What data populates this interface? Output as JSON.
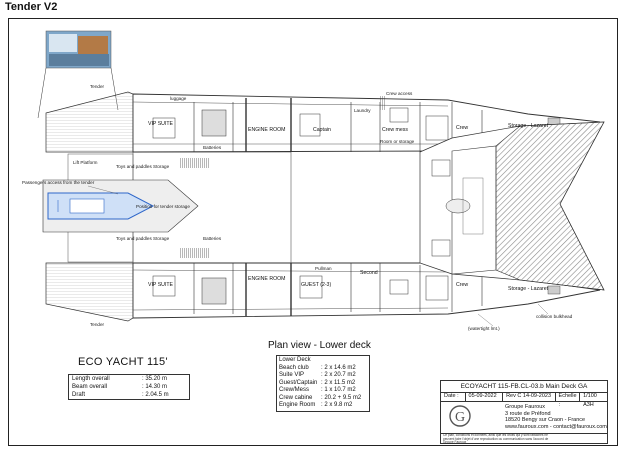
{
  "title": "Tender V2",
  "plan_view_title": "Plan view - Lower deck",
  "model_name": "ECO YACHT 115'",
  "specs": [
    {
      "label": "Length overall",
      "value": ": 35.20 m"
    },
    {
      "label": "Beam overall",
      "value": ": 14.30 m"
    },
    {
      "label": "Draft",
      "value": ": 2.04.5 m"
    }
  ],
  "lower_deck": {
    "heading": "Lower Deck",
    "rows": [
      {
        "label": "Beach club",
        "value": ": 2 x 14.6 m2"
      },
      {
        "label": "Suite VIP",
        "value": ": 2 x 20.7 m2"
      },
      {
        "label": "Guest/Captain",
        "value": ": 2 x 11.5 m2"
      },
      {
        "label": "Crew/Mess",
        "value": ": 1 x 10.7 m2"
      },
      {
        "label": "Crew cabine",
        "value": ": 20.2 + 9.5 m2"
      },
      {
        "label": "Engine Room",
        "value": ": 2 x 9.8 m2"
      }
    ]
  },
  "title_block": {
    "title": "ECOYACHT 115-FB.CL-03.b Main Deck GA",
    "date_label": "Date :",
    "date": "05-09-2022",
    "rev": "Rev C 14-09-2023",
    "scale_label": "Echelle :",
    "scale": "1/100 A3H",
    "logo_letter": "G",
    "company": "Groupe Fauroux",
    "address1": "3 route de Préfond",
    "address2": "18520 Bengy sur Craon - France",
    "web": "www.fauroux.com - contact@fauroux.com",
    "notes": "Ce plan, conditions et données, ainsi que les droits qui y sont rattachés ne peuvent faire l'objet d'une reproduction ou communication sans l'accord de Groupe Fauroux"
  },
  "rooms": {
    "vip_suite": "VIP SUITE",
    "engine_room": "ENGINE ROOM",
    "captain": "Captain",
    "crew_mess": "Crew mess",
    "crew": "Crew",
    "storage_lazaret": "Storage - Lazaret",
    "guest": "GUEST (2-3)",
    "pullman": "Pullman",
    "second": "Second",
    "batteries": "Batteries",
    "toys_paddles": "Toys and paddles Storage",
    "lift_platform": "Lift Platform",
    "passengers_access": "Passengers access from the tender",
    "tender_position": "Position for tender storage",
    "tender_label": "Tender",
    "collision": "collision bulkhead",
    "watertight": "(watertight lmt.)",
    "laundry": "Laundry",
    "galley_room": "Room or storage",
    "luggage": "luggage",
    "crew_access": "Crew access"
  },
  "icons": {
    "logo": "company-logo",
    "thumbnail": "interior-render-thumbnail"
  },
  "colors": {
    "hull_line": "#333333",
    "tender_blue": "#2f67c9",
    "trampoline": "#7a7a7a",
    "deck_grey": "#b5b5b5"
  }
}
